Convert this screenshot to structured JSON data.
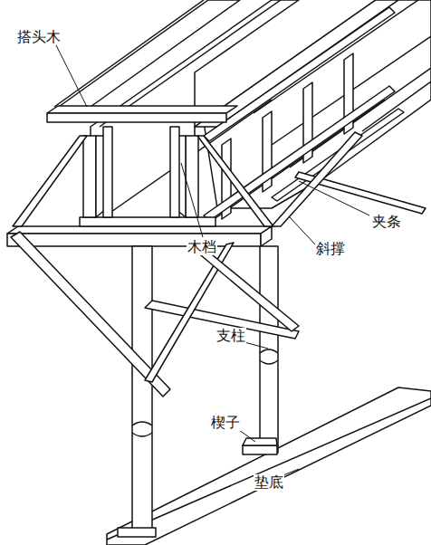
{
  "diagram": {
    "labels": [
      "搭头木",
      "夹条",
      "木档",
      "斜撑",
      "支柱",
      "楔子",
      "垫底"
    ]
  }
}
